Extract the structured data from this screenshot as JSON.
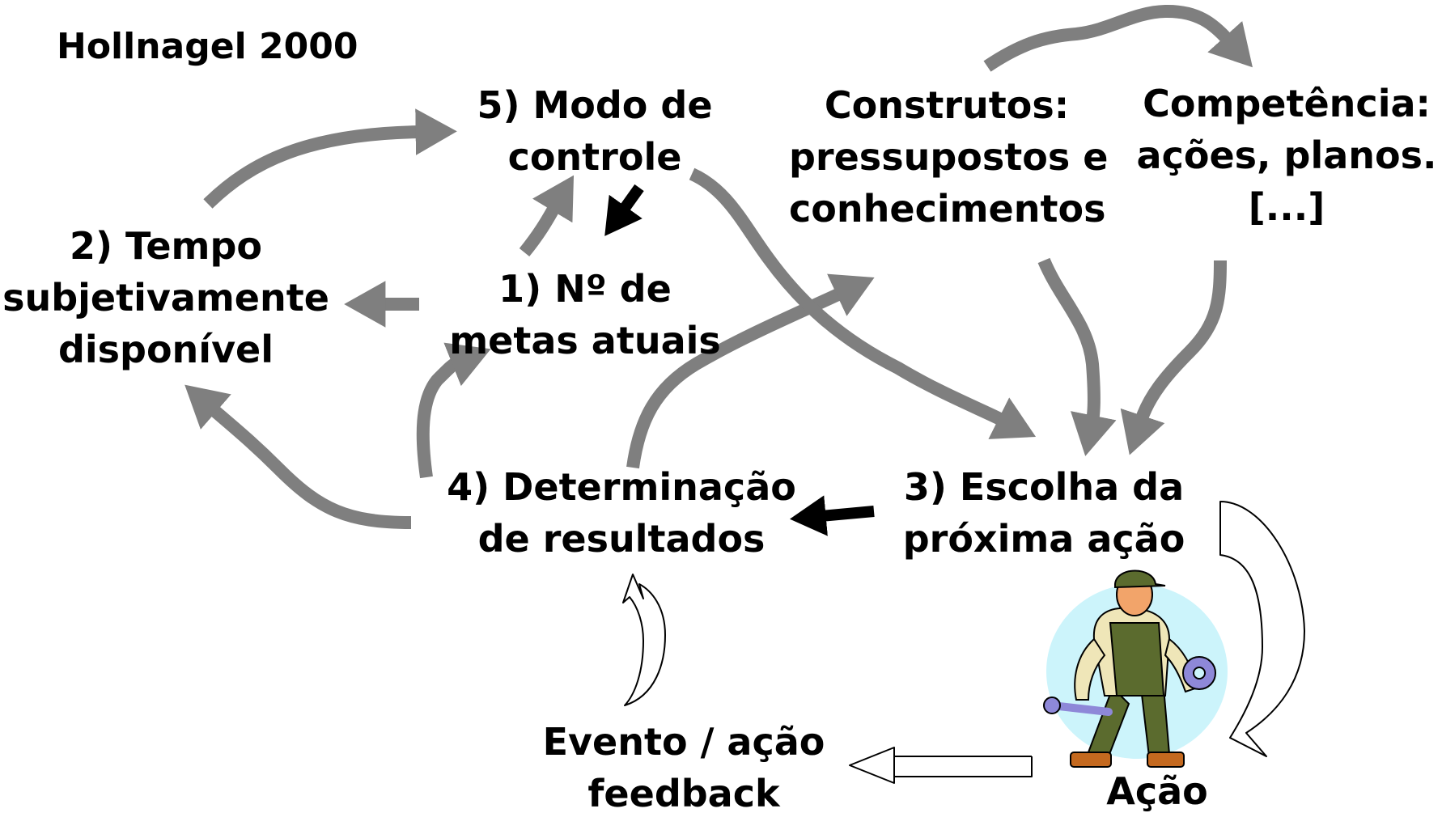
{
  "title": "Hollnagel 2000",
  "nodes": {
    "modo_controle": [
      "5) Modo de",
      "controle"
    ],
    "metas_atuais": [
      "1) Nº de",
      "metas atuais"
    ],
    "tempo": [
      "2) Tempo",
      "subjetivamente",
      "disponível"
    ],
    "construtos": [
      "Construtos:",
      "pressupostos e",
      "conhecimentos"
    ],
    "competencia": [
      "Competência:",
      "ações, planos.",
      "[...]"
    ],
    "determinacao": [
      "4) Determinação",
      "de resultados"
    ],
    "escolha": [
      "3) Escolha da",
      "próxima ação"
    ],
    "evento": [
      "Evento / ação",
      "feedback"
    ],
    "acao": "Ação"
  },
  "colors": {
    "gray_arrow": "#7f7f7f",
    "black_arrow": "#000000",
    "outline_arrow": "#000000",
    "halo": "#ccf4fb",
    "worker_overalls": "#5b6b2e",
    "worker_shirt": "#efe6b8",
    "worker_skin": "#f2a46a",
    "worker_gear": "#8e88d8"
  },
  "icons": {
    "worker": "mechanic-with-wrench-and-gear-icon"
  }
}
